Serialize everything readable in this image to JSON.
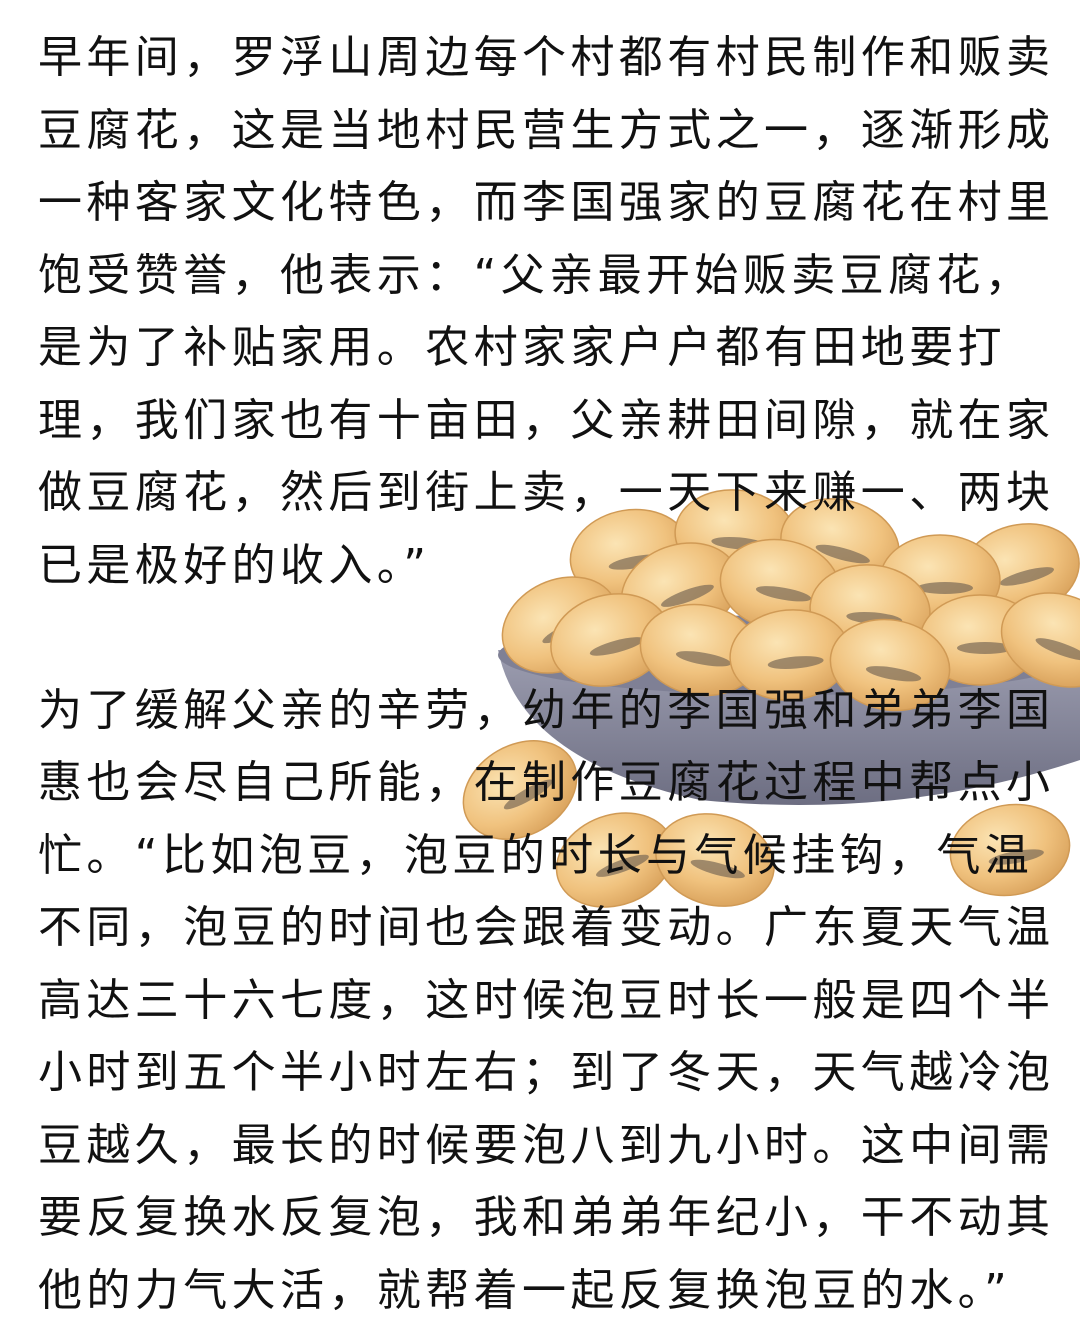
{
  "paragraphs": [
    {
      "lines": [
        "早年间，罗浮山周边每个村都有村民制作和贩卖",
        "豆腐花，这是当地村民营生方式之一，逐渐形成",
        "一种客家文化特色，而李国强家的豆腐花在村里",
        "饱受赞誉，他表示：“父亲最开始贩卖豆腐花，",
        "是为了补贴家用。农村家家户户都有田地要打",
        "理，我们家也有十亩田，父亲耕田间隙，就在家",
        "做豆腐花，然后到街上卖，一天下来赚一、两块",
        "已是极好的收入。”"
      ]
    },
    {
      "lines": [
        "为了缓解父亲的辛劳，幼年的李国强和弟弟李国",
        "惠也会尽自己所能，在制作豆腐花过程中帮点小",
        "忙。“比如泡豆，泡豆的时长与气候挂钩，气温",
        "不同，泡豆的时间也会跟着变动。广东夏天气温",
        "高达三十六七度，这时候泡豆时长一般是四个半",
        "小时到五个半小时左右；到了冬天，天气越冷泡",
        "豆越久，最长的时候要泡八到九小时。这中间需",
        "要反复换水反复泡，我和弟弟年纪小，干不动其",
        "他的力气大活，就帮着一起反复换泡豆的水。”"
      ]
    }
  ],
  "colors": {
    "bean": "#f3c98a",
    "bowl": "#8d8fa3",
    "text": "#111111"
  }
}
